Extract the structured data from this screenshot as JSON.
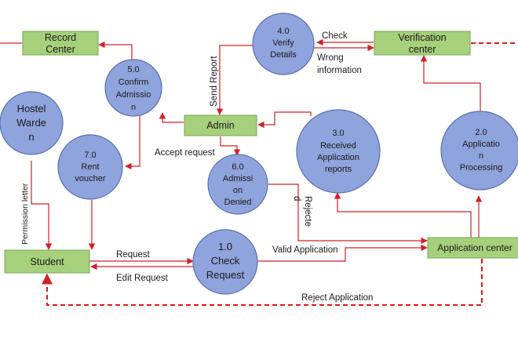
{
  "entities": {
    "record_center": [
      "Record",
      "Center"
    ],
    "verification_center": [
      "Verification",
      "center"
    ],
    "admin": [
      "Admin"
    ],
    "student": [
      "Student"
    ],
    "application_center": [
      "Application center"
    ]
  },
  "processes": {
    "p40": [
      "4.0",
      "Verify",
      "Details"
    ],
    "p50": [
      "5.0",
      "Confirm",
      "Admissio",
      "n"
    ],
    "hostel_warden": [
      "Hostel",
      "Warde",
      "n"
    ],
    "p70": [
      "7.0",
      "Rent",
      "voucher"
    ],
    "p30": [
      "3.0",
      "Received",
      "Application",
      "reports"
    ],
    "p20": [
      "2.0",
      "Applicatio",
      "n",
      "Processing"
    ],
    "p60": [
      "6.0",
      "Admissi",
      "on",
      "Denied"
    ],
    "p10": [
      "1.0",
      "Check",
      "Request"
    ]
  },
  "flows": {
    "check": "Check",
    "wrong_information": [
      "Wrong",
      "information"
    ],
    "send_report": "Send Report",
    "accept_request": "Accept request",
    "permission_letter": "Permission letter",
    "rejected": [
      "Rejecte",
      "d"
    ],
    "request": "Request",
    "edit_request": "Edit Request",
    "valid_application": "Valid Application",
    "reject_application": "Reject Application"
  },
  "colors": {
    "process_fill": "#8fa3dc",
    "entity_fill": "#a6d07c",
    "flow_line": "#d0202a"
  }
}
